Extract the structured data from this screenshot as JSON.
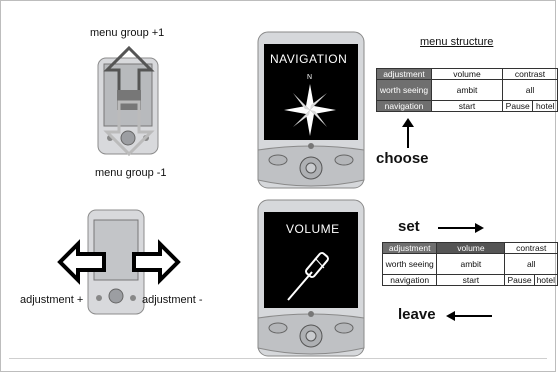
{
  "top_left": {
    "group_plus_label": "menu group +1",
    "group_minus_label": "menu group -1"
  },
  "top_center": {
    "screen_title": "NAVIGATION",
    "compass_north": "N"
  },
  "menu_structure": {
    "title": "menu structure",
    "rows": [
      {
        "label": "adjustment",
        "c1": "volume",
        "c2": "contrast",
        "c3": ""
      },
      {
        "label": "worth seeing",
        "c1": "ambit",
        "c2": "all",
        "c3": ""
      },
      {
        "label": "navigation",
        "c1": "start",
        "c2": "Pause",
        "c3": "hotel"
      }
    ],
    "choose_label": "choose"
  },
  "bottom_left": {
    "adjust_plus_label": "adjustment +",
    "adjust_minus_label": "adjustment -"
  },
  "bottom_center": {
    "screen_title": "VOLUME"
  },
  "volume_menu": {
    "set_label": "set",
    "leave_label": "leave",
    "rows": [
      {
        "label": "adjustment",
        "c1": "volume",
        "c2": "contrast",
        "c3": ""
      },
      {
        "label": "worth seeing",
        "c1": "ambit",
        "c2": "all",
        "c3": ""
      },
      {
        "label": "navigation",
        "c1": "start",
        "c2": "Pause",
        "c3": "hotel"
      }
    ]
  },
  "colors": {
    "device_body": "#d6d8db",
    "screen_dark": "#000000",
    "header_cell": "#6f6f6f"
  }
}
